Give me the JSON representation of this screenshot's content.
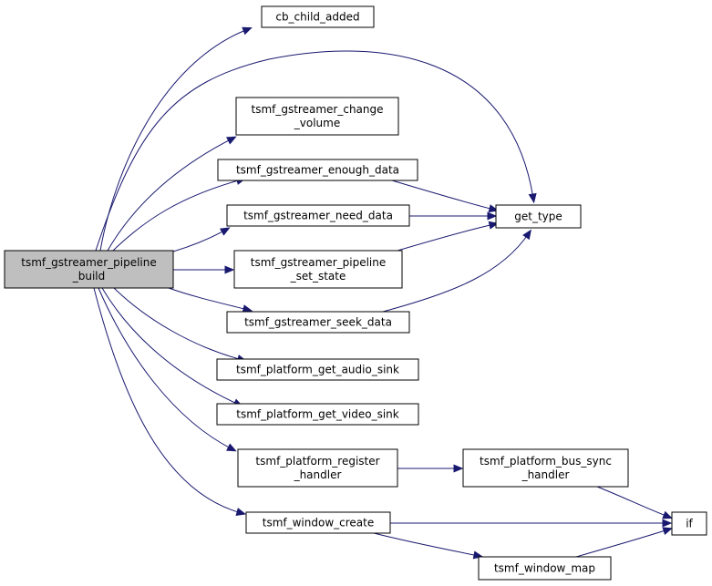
{
  "graph": {
    "root": "tsmf_gstreamer_pipeline_build",
    "nodes": [
      {
        "id": "root",
        "lines": [
          "tsmf_gstreamer_pipeline",
          "_build"
        ],
        "root": true
      },
      {
        "id": "cb_child_added",
        "lines": [
          "cb_child_added"
        ]
      },
      {
        "id": "change_volume",
        "lines": [
          "tsmf_gstreamer_change",
          "_volume"
        ]
      },
      {
        "id": "enough_data",
        "lines": [
          "tsmf_gstreamer_enough_data"
        ]
      },
      {
        "id": "need_data",
        "lines": [
          "tsmf_gstreamer_need_data"
        ]
      },
      {
        "id": "pipeline_set_state",
        "lines": [
          "tsmf_gstreamer_pipeline",
          "_set_state"
        ]
      },
      {
        "id": "seek_data",
        "lines": [
          "tsmf_gstreamer_seek_data"
        ]
      },
      {
        "id": "audio_sink",
        "lines": [
          "tsmf_platform_get_audio_sink"
        ]
      },
      {
        "id": "video_sink",
        "lines": [
          "tsmf_platform_get_video_sink"
        ]
      },
      {
        "id": "register_handler",
        "lines": [
          "tsmf_platform_register",
          "_handler"
        ]
      },
      {
        "id": "window_create",
        "lines": [
          "tsmf_window_create"
        ]
      },
      {
        "id": "get_type",
        "lines": [
          "get_type"
        ]
      },
      {
        "id": "bus_sync_handler",
        "lines": [
          "tsmf_platform_bus_sync",
          "_handler"
        ]
      },
      {
        "id": "window_map",
        "lines": [
          "tsmf_window_map"
        ]
      },
      {
        "id": "if",
        "lines": [
          "if"
        ]
      }
    ],
    "edges": [
      [
        "root",
        "cb_child_added"
      ],
      [
        "root",
        "get_type"
      ],
      [
        "root",
        "change_volume"
      ],
      [
        "root",
        "enough_data"
      ],
      [
        "root",
        "need_data"
      ],
      [
        "root",
        "pipeline_set_state"
      ],
      [
        "root",
        "seek_data"
      ],
      [
        "root",
        "audio_sink"
      ],
      [
        "root",
        "video_sink"
      ],
      [
        "root",
        "register_handler"
      ],
      [
        "root",
        "window_create"
      ],
      [
        "enough_data",
        "get_type"
      ],
      [
        "need_data",
        "get_type"
      ],
      [
        "pipeline_set_state",
        "get_type"
      ],
      [
        "seek_data",
        "get_type"
      ],
      [
        "register_handler",
        "bus_sync_handler"
      ],
      [
        "bus_sync_handler",
        "if"
      ],
      [
        "window_create",
        "if"
      ],
      [
        "window_create",
        "window_map"
      ],
      [
        "window_map",
        "if"
      ]
    ],
    "colors": {
      "edge": "#191970",
      "root_fill": "#bfbfbf",
      "node_fill": "#ffffff",
      "border": "#000000"
    }
  }
}
